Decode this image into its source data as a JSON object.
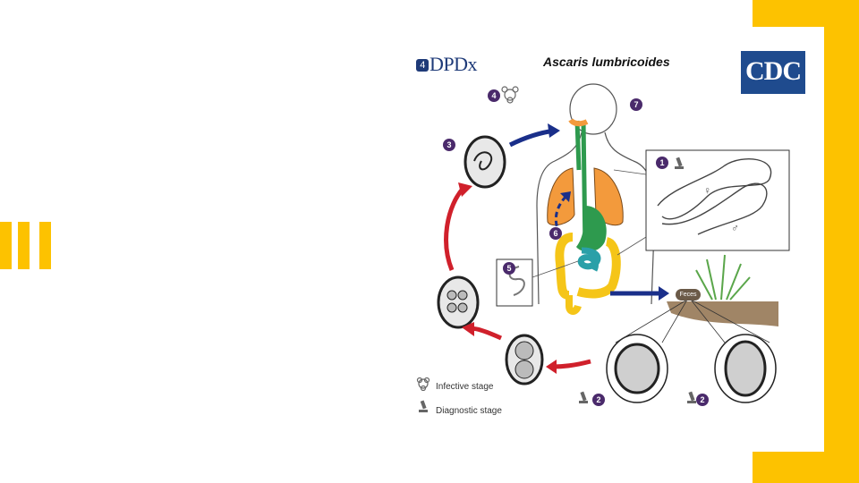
{
  "header": {
    "logo_text": "DPDx",
    "logo_badge": "4",
    "title": "Ascaris lumbricoides",
    "org_logo": "CDC"
  },
  "stages": [
    "1",
    "2",
    "2",
    "3",
    "4",
    "5",
    "6",
    "7"
  ],
  "labels": {
    "feces": "Feces",
    "female_symbol": "♀",
    "male_symbol": "♂"
  },
  "legend": {
    "infective": "Infective stage",
    "diagnostic": "Diagnostic stage"
  },
  "colors": {
    "accent": "#FDC200",
    "arrow_red": "#d0202b",
    "arrow_blue": "#1a2f8a",
    "badge": "#4a2a6b"
  },
  "icons": [
    "biohazard-icon",
    "microscope-icon"
  ]
}
